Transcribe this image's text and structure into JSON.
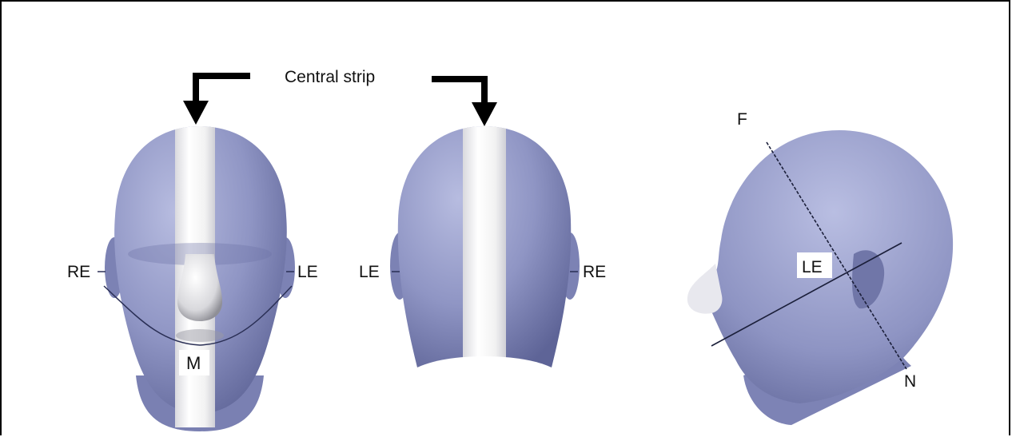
{
  "colors": {
    "head": "#8f95c4",
    "head_light": "#a9aed6",
    "head_dark": "#6e74a6",
    "strip": "#f0f0f0",
    "line": "#1b1f3a",
    "arrow": "#000000"
  },
  "labels": {
    "central_strip": "Central strip",
    "front": {
      "right_ear": "RE",
      "left_ear": "LE",
      "mouth": "M"
    },
    "back": {
      "left_ear": "LE",
      "right_ear": "RE"
    },
    "side": {
      "forehead": "F",
      "left_ear": "LE",
      "neck": "N"
    }
  }
}
